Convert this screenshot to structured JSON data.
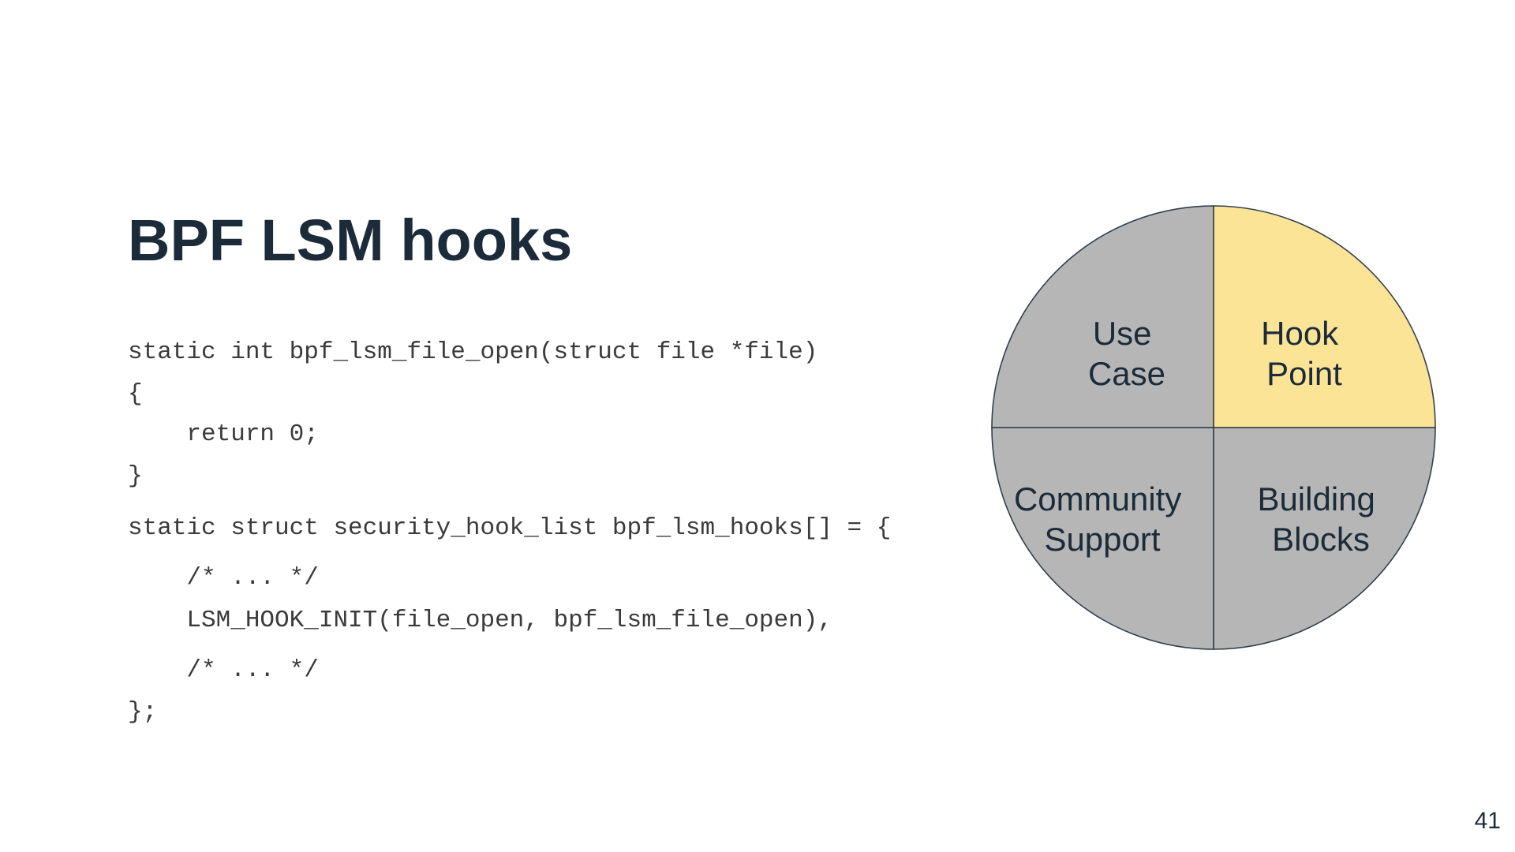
{
  "slide": {
    "title": "BPF LSM hooks",
    "page_number": "41"
  },
  "code": {
    "lines": [
      "static int bpf_lsm_file_open(struct file *file)",
      "{",
      "    return 0;",
      "}",
      "static struct security_hook_list bpf_lsm_hooks[] = {",
      "    /* ... */",
      "    LSM_HOOK_INIT(file_open, bpf_lsm_file_open),",
      "    /* ... */",
      "};"
    ]
  },
  "diagram": {
    "highlight_color": "#fce497",
    "base_color": "#b6b6b6",
    "quadrants": {
      "top_left": [
        "Use",
        "Case"
      ],
      "top_right": [
        "Hook",
        "Point"
      ],
      "bottom_left": [
        "Community",
        "Support"
      ],
      "bottom_right": [
        "Building",
        "Blocks"
      ]
    },
    "highlighted": "top_right"
  }
}
